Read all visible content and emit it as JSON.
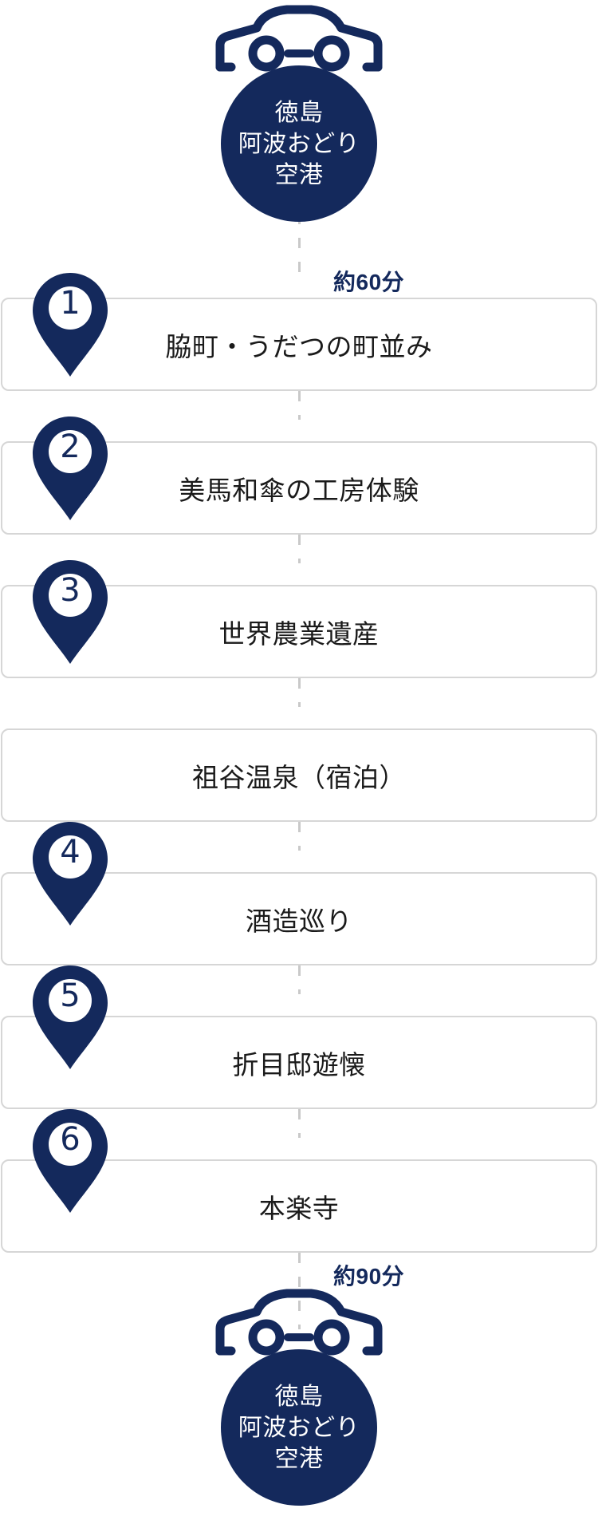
{
  "theme": {
    "navy": "#14295c",
    "card_border": "#d6d6d6",
    "dash": "#c9c9c9",
    "text": "#1a1a1a",
    "white": "#ffffff"
  },
  "start_node": {
    "icon": "car-icon",
    "line1": "徳島",
    "line2": "阿波おどり",
    "line3": "空港"
  },
  "end_node": {
    "icon": "car-icon",
    "line1": "徳島",
    "line2": "阿波おどり",
    "line3": "空港"
  },
  "durations": {
    "first_leg": "約60分",
    "last_leg": "約90分"
  },
  "stops": [
    {
      "number": "1",
      "label": "脇町・うだつの町並み",
      "has_pin": true
    },
    {
      "number": "2",
      "label": "美馬和傘の工房体験",
      "has_pin": true
    },
    {
      "number": "3",
      "label": "世界農業遺産",
      "has_pin": true
    },
    {
      "number": "",
      "label": "祖谷温泉（宿泊）",
      "has_pin": false
    },
    {
      "number": "4",
      "label": "酒造巡り",
      "has_pin": true
    },
    {
      "number": "5",
      "label": "折目邸遊懐",
      "has_pin": true
    },
    {
      "number": "6",
      "label": "本楽寺",
      "has_pin": true
    }
  ]
}
